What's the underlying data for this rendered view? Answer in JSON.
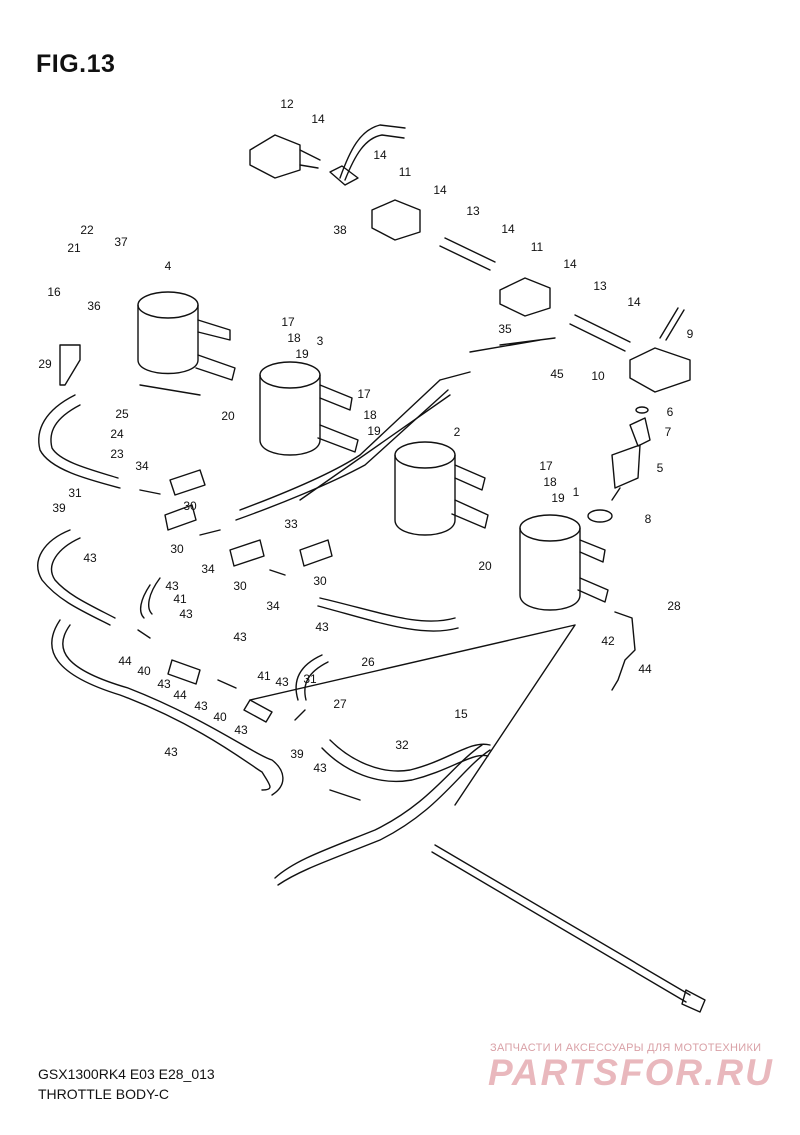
{
  "figure": {
    "title": "FIG.13",
    "model_code": "GSX1300RK4 E03 E28_013",
    "section_name": "THROTTLE BODY-C"
  },
  "watermark": {
    "tagline": "ЗАПЧАСТИ И АКСЕССУАРЫ ДЛЯ МОТОТЕХНИКИ",
    "brand": "PARTSFOR.RU"
  },
  "callouts": [
    "12",
    "14",
    "14",
    "11",
    "14",
    "38",
    "13",
    "14",
    "11",
    "14",
    "13",
    "14",
    "9",
    "10",
    "22",
    "21",
    "37",
    "4",
    "16",
    "36",
    "29",
    "17",
    "18",
    "19",
    "3",
    "35",
    "45",
    "6",
    "7",
    "5",
    "25",
    "24",
    "23",
    "20",
    "17",
    "18",
    "19",
    "2",
    "17",
    "18",
    "19",
    "1",
    "8",
    "34",
    "31",
    "30",
    "39",
    "43",
    "33",
    "30",
    "34",
    "43",
    "41",
    "43",
    "30",
    "34",
    "30",
    "20",
    "28",
    "43",
    "43",
    "44",
    "40",
    "43",
    "44",
    "43",
    "40",
    "43",
    "41",
    "43",
    "31",
    "27",
    "26",
    "42",
    "44",
    "43",
    "39",
    "43",
    "32",
    "15"
  ]
}
